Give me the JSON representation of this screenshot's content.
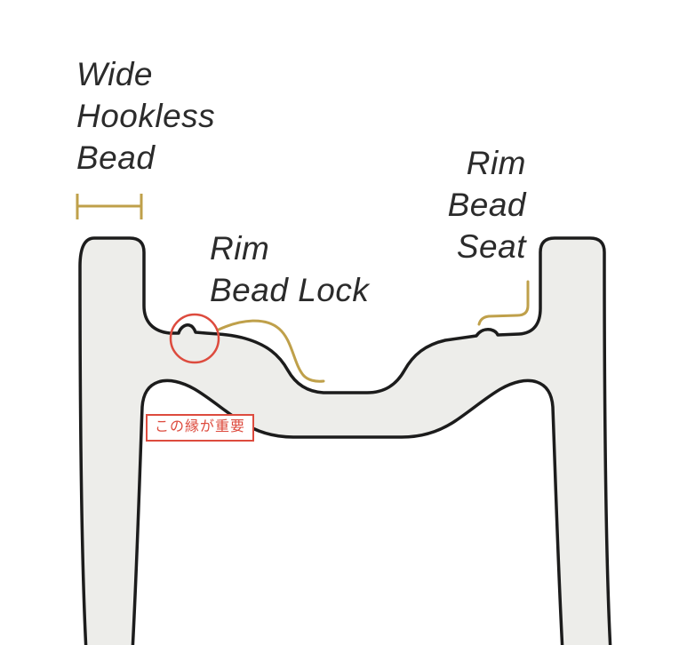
{
  "labels": {
    "wide_hookless_bead": {
      "lines": [
        "Wide",
        "Hookless",
        "Bead"
      ]
    },
    "rim_bead_lock": {
      "lines": [
        "Rim",
        "Bead Lock"
      ]
    },
    "rim_bead_seat": {
      "lines": [
        "Rim",
        "Bead",
        "Seat"
      ]
    },
    "callout_jp": {
      "text": "この縁が重要"
    }
  },
  "colors": {
    "annotation_gold": "#bfa04a",
    "highlight_red": "#dd4b3e",
    "rim_fill": "#ededea",
    "rim_stroke": "#1c1c1c",
    "text": "#2b2b2b"
  }
}
